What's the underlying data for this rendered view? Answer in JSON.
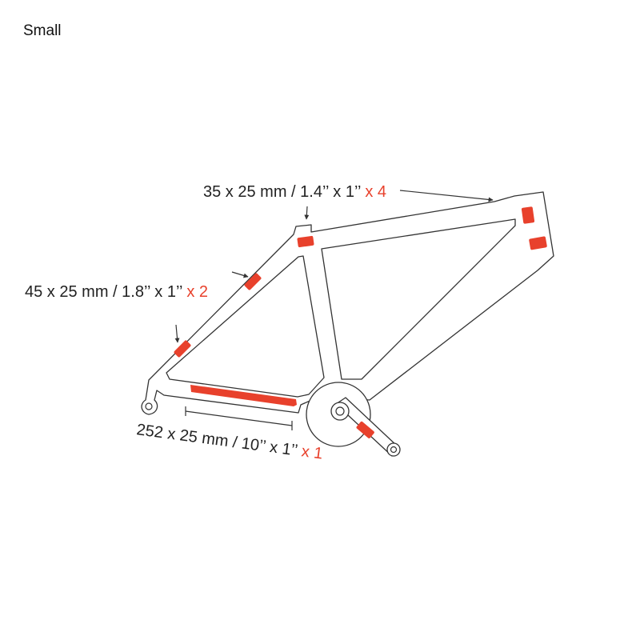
{
  "title": "Small",
  "labels": {
    "top": {
      "text": "35 x 25 mm / 1.4’’ x 1’’",
      "qty": " x 4"
    },
    "left": {
      "text": "45 x 25 mm / 1.8’’ x 1’’",
      "qty": " x 2"
    },
    "bottom": {
      "text": "252 x 25 mm / 10’’ x 1’’",
      "qty": " x 1"
    }
  },
  "colors": {
    "accent": "#e8412c",
    "outline": "#333333"
  }
}
